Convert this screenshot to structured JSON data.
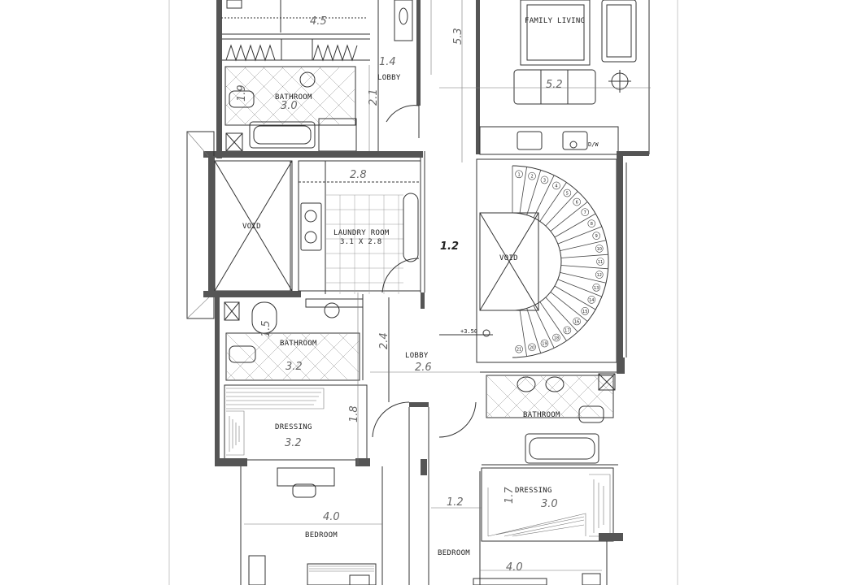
{
  "rooms": {
    "family_living": "FAMILY LIVING",
    "lobby_top": "LOBBY",
    "bathroom_top": "BATHROOM",
    "void_left": "VOID",
    "laundry_room": "LAUNDRY ROOM",
    "laundry_size": "3.1 X 2.8",
    "void_stair": "VOID",
    "bathroom_mid": "BATHROOM",
    "lobby_mid": "LOBBY",
    "bathroom_right": "BATHROOM",
    "dressing_left": "DRESSING",
    "dressing_right": "DRESSING",
    "bedroom_left": "BEDROOM",
    "bedroom_right": "BEDROOM",
    "level_mark": "+3.50",
    "sink_tag": "D/W"
  },
  "dimensions": {
    "d_4_5": "4.5",
    "d_5_3": "5.3",
    "d_1_4": "1.4",
    "d_5_2": "5.2",
    "d_3_0_bath": "3.0",
    "d_1_9": "1.9",
    "d_2_1": "2.1",
    "d_2_8": "2.8",
    "d_1_2_stair": "1.2",
    "d_1_5": "1.5",
    "d_3_2_bath": "3.2",
    "d_2_4": "2.4",
    "d_2_6": "2.6",
    "d_3_2_dress": "3.2",
    "d_1_8": "1.8",
    "d_4_0_left": "4.0",
    "d_1_2_bot": "1.2",
    "d_3_0_dress": "3.0",
    "d_1_7": "1.7",
    "d_4_0_right": "4.0"
  },
  "stair_steps": [
    "1",
    "2",
    "3",
    "4",
    "5",
    "6",
    "7",
    "8",
    "9",
    "10",
    "11",
    "12",
    "13",
    "14",
    "15",
    "16",
    "17",
    "18",
    "19",
    "20",
    "21"
  ]
}
